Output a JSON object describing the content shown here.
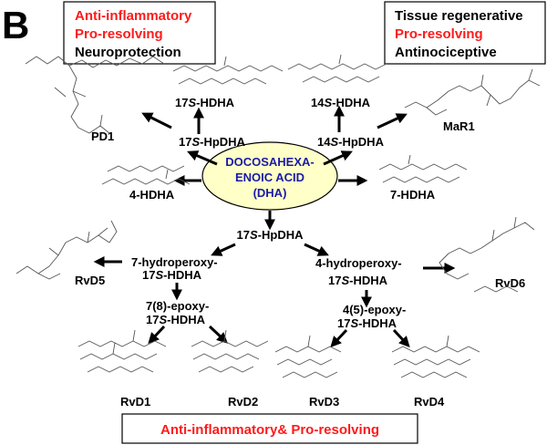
{
  "panel_letter": "B",
  "colors": {
    "red": "#ff1a1a",
    "blue": "#1a1aa8",
    "ellipse_fill": "#ffffc8",
    "black": "#000000"
  },
  "box_top_left": {
    "line1": "Anti-inflammatory",
    "line2": "Pro-resolving",
    "line3": "Neuroprotection"
  },
  "box_top_right": {
    "line1": "Tissue regenerative",
    "line2": "Pro-resolving",
    "line3": "Antinociceptive"
  },
  "box_bottom": {
    "part1": "Anti-inflammatory",
    "part2": "& Pro-resolving"
  },
  "center": {
    "line1": "DOCOSAHEXA-",
    "line2": "ENOIC ACID",
    "line3": "(DHA)"
  },
  "labels": {
    "s17_hdha": {
      "pre": "17",
      "s": "S",
      "post": "-HDHA"
    },
    "s17_hpdha_left": {
      "pre": "17",
      "s": "S",
      "post": "-HpDHA"
    },
    "s14_hdha": {
      "pre": "14",
      "s": "S",
      "post": "-HDHA"
    },
    "s14_hpdha": {
      "pre": "14",
      "s": "S",
      "post": "-HpDHA"
    },
    "pd1": "PD1",
    "mar1": "MaR1",
    "h4_hdha": "4-HDHA",
    "h7_hdha": "7-HDHA",
    "s17_hpdha_center": {
      "pre": "17",
      "s": "S",
      "post": "-HpDHA"
    },
    "hydroperoxy7": {
      "line1": "7-hydroperoxy-",
      "pre": "17",
      "s": "S",
      "post": "-HDHA"
    },
    "hydroperoxy4": {
      "line1": "4-hydroperoxy-",
      "pre": "17",
      "s": "S",
      "post": "-HDHA"
    },
    "epoxy78": {
      "line1": "7(8)-epoxy-",
      "pre": "17",
      "s": "S",
      "post": "-HDHA"
    },
    "epoxy45": {
      "line1": "4(5)-epoxy-",
      "pre": "17",
      "s": "S",
      "post": "-HDHA"
    },
    "rvd5": "RvD5",
    "rvd6": "RvD6",
    "rvd1": "RvD1",
    "rvd2": "RvD2",
    "rvd3": "RvD3",
    "rvd4": "RvD4"
  }
}
